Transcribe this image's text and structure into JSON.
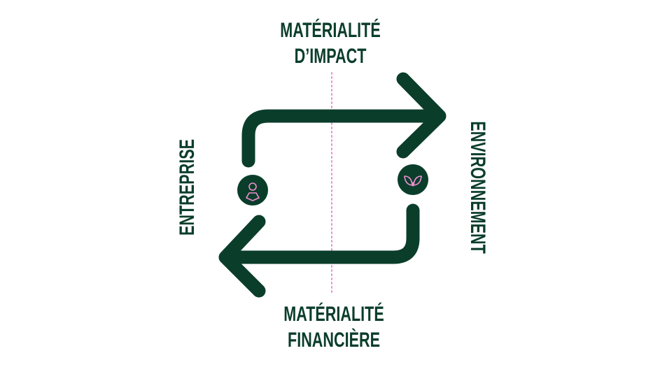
{
  "labels": {
    "top_line1": "MATÉRIALITÉ",
    "top_line2": "D’IMPACT",
    "bottom_line1": "MATÉRIALITÉ",
    "bottom_line2": "FINANCIÈRE",
    "left": "ENTREPRISE",
    "right": "ENVIRONNEMENT"
  },
  "icons": {
    "left": "person-icon",
    "right": "leaf-icon"
  },
  "colors": {
    "primary": "#0b3d2b",
    "accent": "#f08fd0",
    "background": "#ffffff"
  }
}
